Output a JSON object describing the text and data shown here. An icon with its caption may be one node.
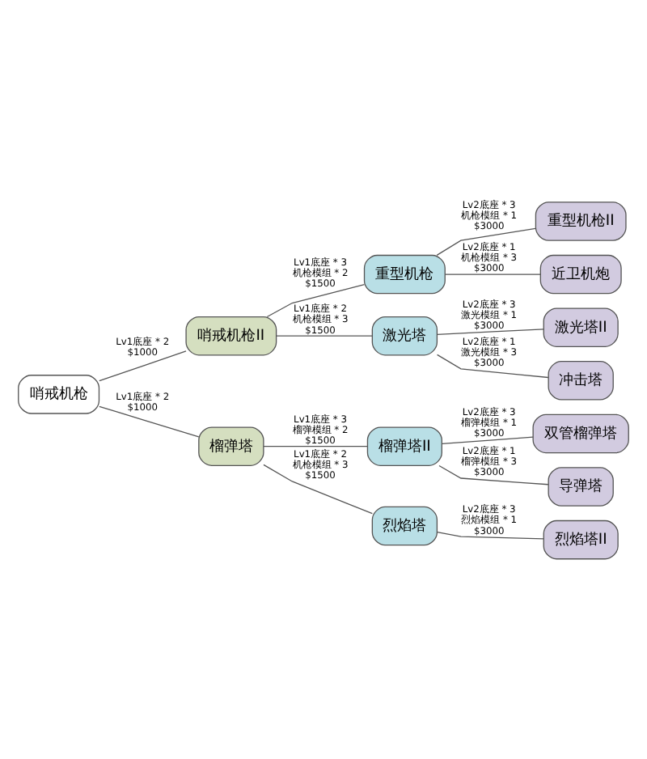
{
  "diagram": {
    "nodes": [
      {
        "text": [
          "哨戒机枪"
        ]
      },
      {
        "text": [
          "哨戒机枪II"
        ]
      },
      {
        "text": [
          "榴弹塔"
        ]
      },
      {
        "text": [
          "重型机枪"
        ]
      },
      {
        "text": [
          "激光塔"
        ]
      },
      {
        "text": [
          "榴弹塔II"
        ]
      },
      {
        "text": [
          "烈焰塔"
        ]
      },
      {
        "text": [
          "重型机枪II"
        ]
      },
      {
        "text": [
          "近卫机炮"
        ]
      },
      {
        "text": [
          "激光塔II"
        ]
      },
      {
        "text": [
          "冲击塔"
        ]
      },
      {
        "text": [
          "双管榴弹塔"
        ]
      },
      {
        "text": [
          "导弹塔"
        ]
      },
      {
        "text": [
          "烈焰塔II"
        ]
      }
    ],
    "edges": [
      {
        "from": 0,
        "to": 1,
        "arrow": "none",
        "label": "Lv1底座 * 2 $1000"
      },
      {
        "from": 0,
        "to": 2,
        "arrow": "none",
        "label": "Lv1底座 * 2 $1000"
      },
      {
        "from": 1,
        "to": 3,
        "arrow": "none",
        "label": "Lv1底座 * 3 机枪模组 * 2 $1500"
      },
      {
        "from": 1,
        "to": 4,
        "arrow": "none",
        "label": "Lv1底座 * 2 机枪模组 * 3 $1500"
      },
      {
        "from": 2,
        "to": 5,
        "arrow": "none",
        "label": "Lv1底座 * 3 榴弹模组 * 2 $1500"
      },
      {
        "from": 2,
        "to": 6,
        "arrow": "none",
        "label": "Lv1底座 * 2 机枪模组 * 3 $1500"
      },
      {
        "from": 3,
        "to": 7,
        "arrow": "none",
        "label": "Lv2底座 * 3 机枪模组 * 1 $3000"
      },
      {
        "from": 3,
        "to": 8,
        "arrow": "none",
        "label": "Lv2底座 * 1 机枪模组 * 3 $3000"
      },
      {
        "from": 4,
        "to": 9,
        "arrow": "none",
        "label": "Lv2底座 * 3 激光模组 * 1 $3000"
      },
      {
        "from": 4,
        "to": 10,
        "arrow": "none",
        "label": "Lv2底座 * 1 激光模组 * 3 $3000"
      },
      {
        "from": 5,
        "to": 11,
        "arrow": "none",
        "label": "Lv2底座 * 3 榴弹模组 * 1 $3000"
      },
      {
        "from": 5,
        "to": 12,
        "arrow": "none",
        "label": "Lv2底座 * 1 榴弹模组 * 3 $3000"
      },
      {
        "from": 6,
        "to": 13,
        "arrow": "none",
        "label": "Lv2底座 * 3 烈焰模组 * 1 $3000"
      }
    ]
  }
}
